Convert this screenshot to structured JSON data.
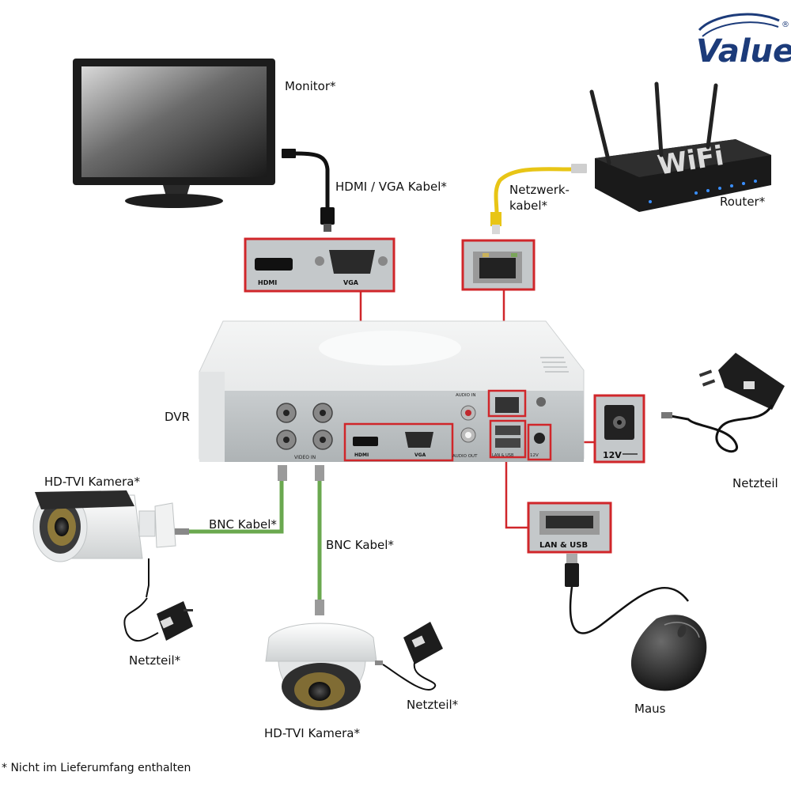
{
  "brand": {
    "name": "Value",
    "mark": "®",
    "color": "#1c3b7a"
  },
  "labels": {
    "monitor": "Monitor*",
    "hdmi_vga_cable": "HDMI / VGA Kabel*",
    "network_cable_line1": "Netzwerk-",
    "network_cable_line2": "kabel*",
    "router": "Router*",
    "dvr": "DVR",
    "camera_bullet": "HD-TVI Kamera*",
    "bnc_cable_1": "BNC Kabel*",
    "bnc_cable_2": "BNC Kabel*",
    "psu_camera_1": "Netzteil*",
    "psu_camera_2": "Netzteil*",
    "camera_dome": "HD-TVI Kamera*",
    "psu_dvr": "Netzteil",
    "mouse": "Maus"
  },
  "ports": {
    "hdmi": "HDMI",
    "vga": "VGA",
    "lan_usb": "LAN & USB",
    "power": "12V",
    "audio_in": "AUDIO IN",
    "audio_out": "AUDIO OUT",
    "video_in": "VIDEO IN",
    "lan_usb_small": "LAN & USB",
    "power_small": "12V"
  },
  "router_text": "WiFi",
  "footnote": "* Nicht im Lieferumfang enthalten",
  "colors": {
    "highlight": "#d0262a",
    "bnc_cable": "#6aa84f",
    "network_cable": "#e8c516",
    "router_led": "#3a8fff",
    "dvr_body": "#e9eaea"
  }
}
